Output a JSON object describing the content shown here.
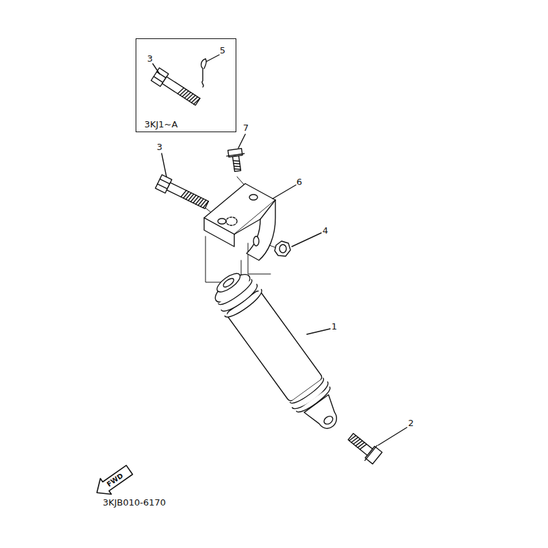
{
  "diagram": {
    "nodes": [
      {
        "text": [
          "3",
          "5",
          "3KJ1~A"
        ]
      }
    ],
    "labels": [
      "7",
      "3",
      "6",
      "4",
      "1",
      "2",
      "FWD",
      "3KJB010-6170"
    ]
  }
}
